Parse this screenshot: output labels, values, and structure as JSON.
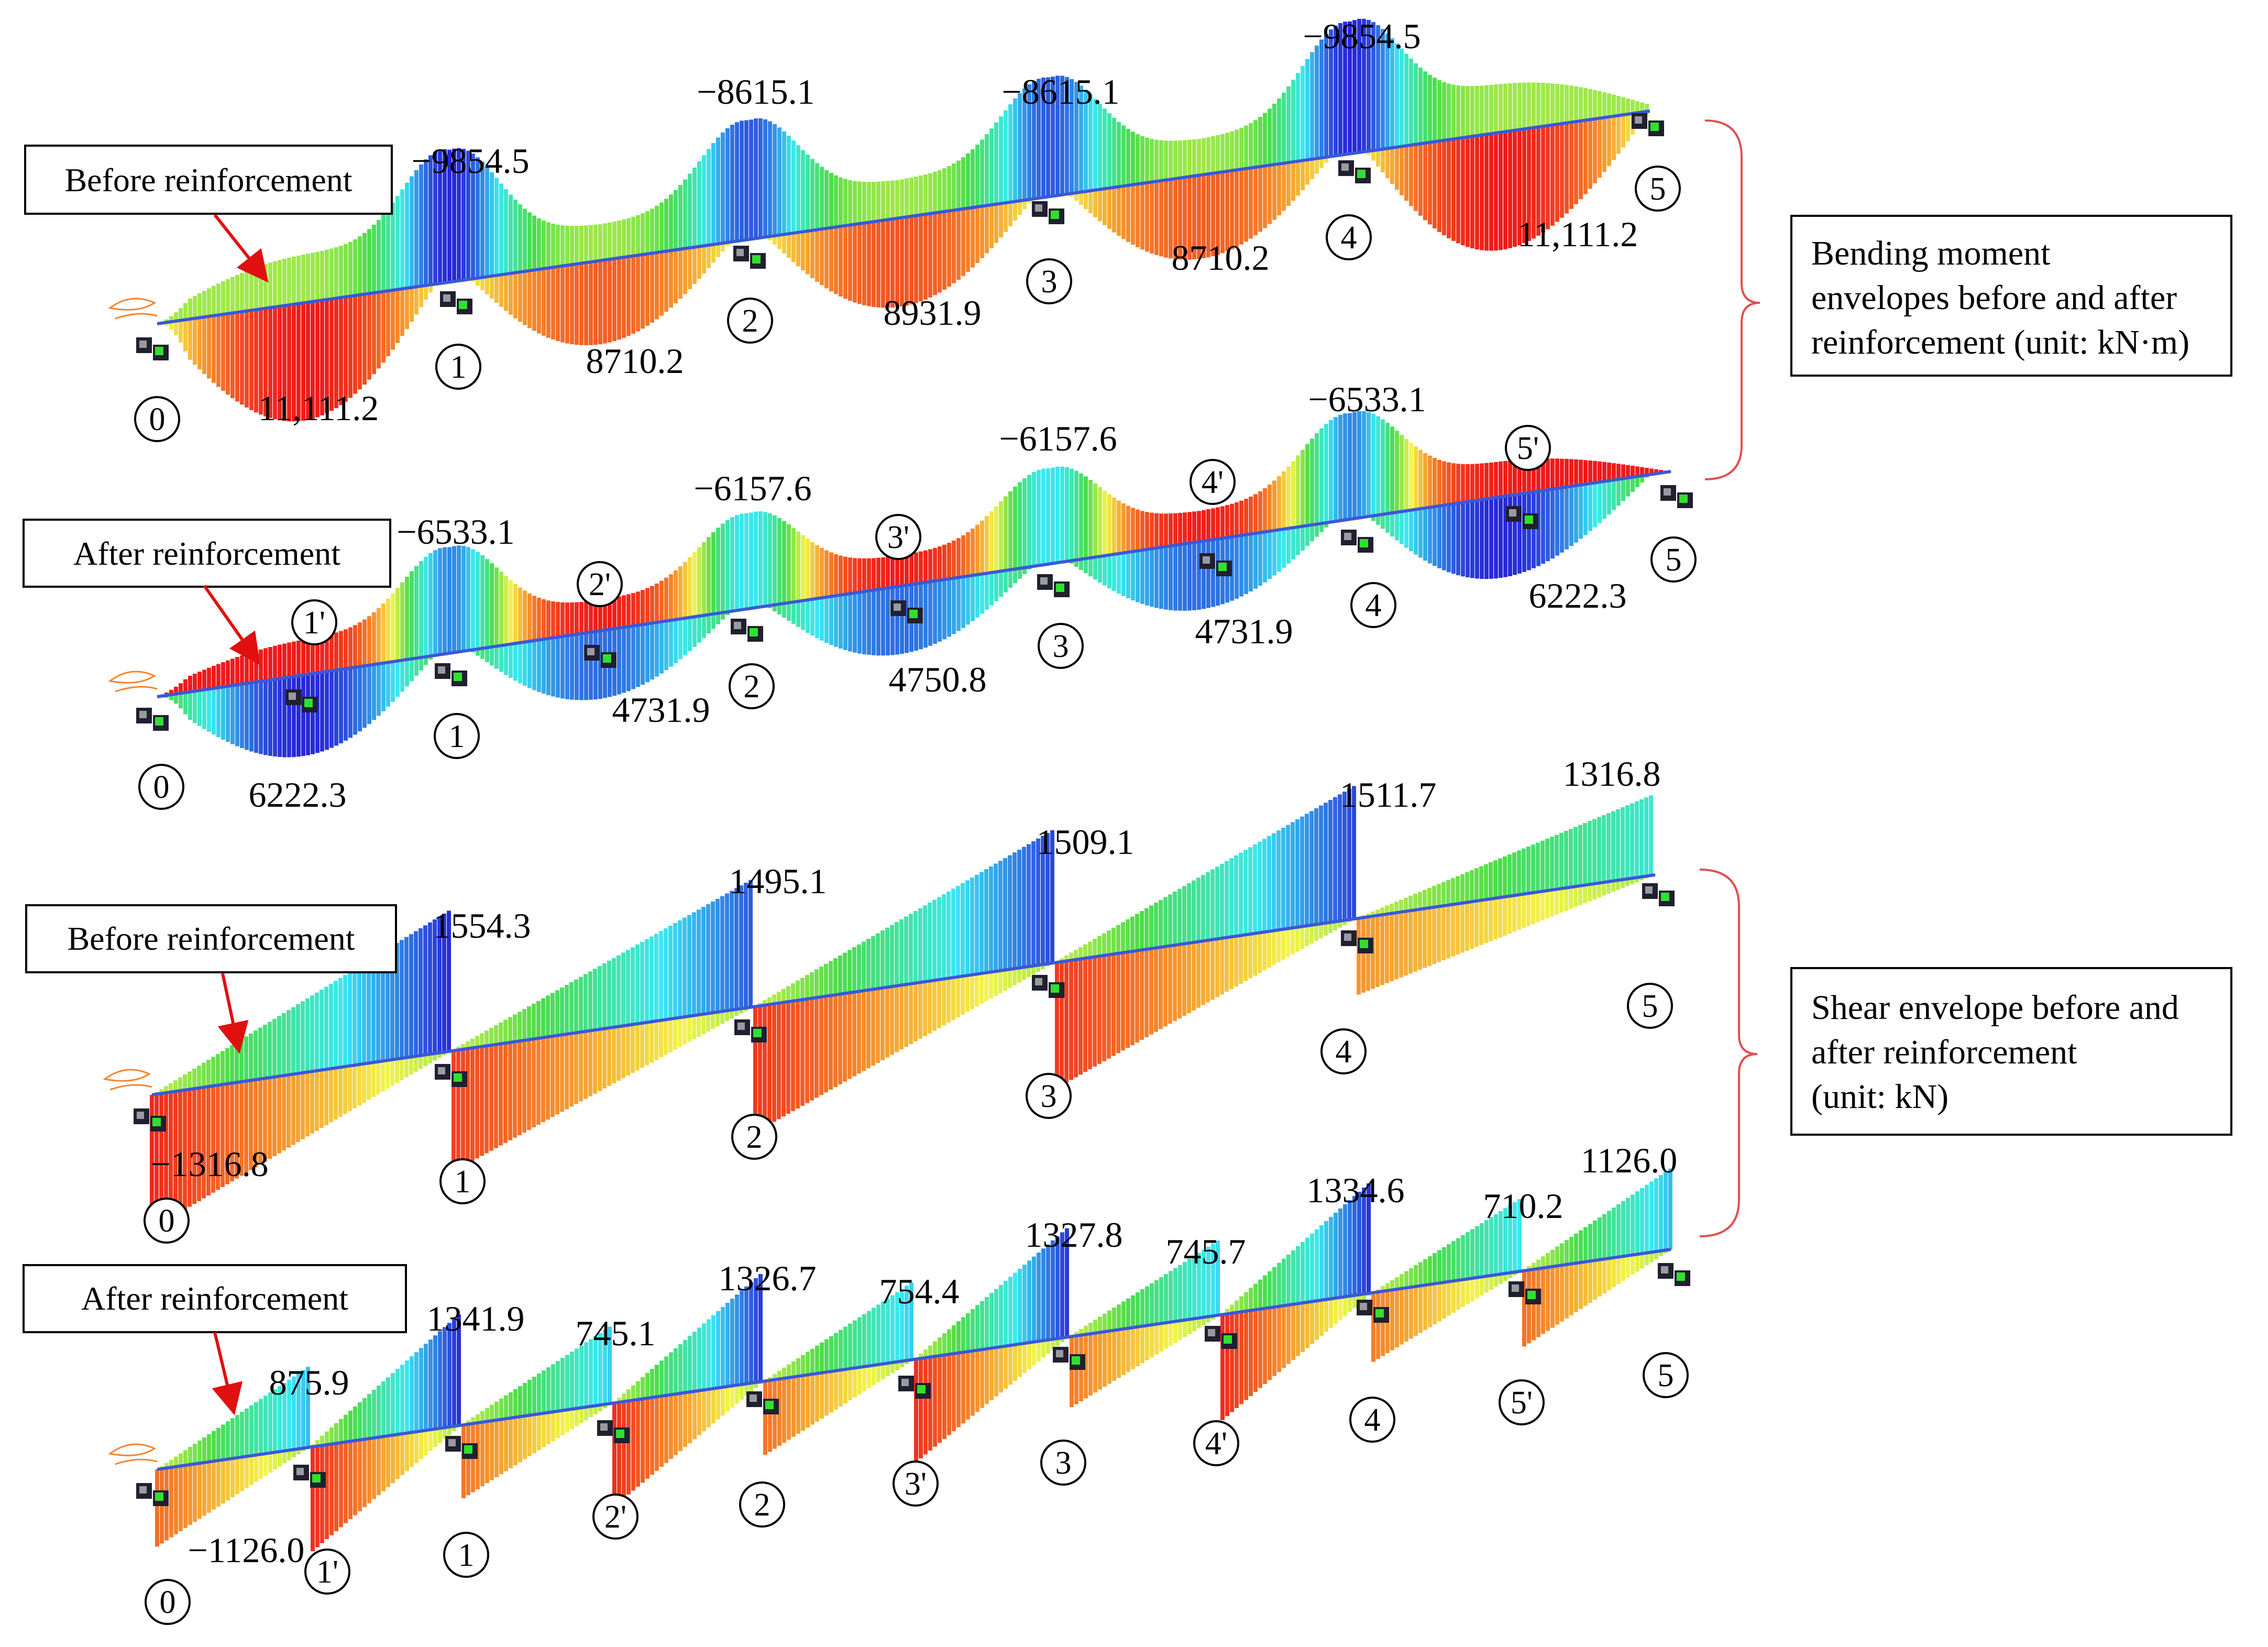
{
  "labels": {
    "before": "Before reinforcement",
    "after": "After reinforcement",
    "moment_note": [
      "Bending moment",
      "envelopes before and after",
      "reinforcement (unit: kN·m)"
    ],
    "shear_note": [
      "Shear envelope before and",
      "after reinforcement",
      "(unit: kN)"
    ]
  },
  "moment_before": {
    "nodes": [
      "0",
      "1",
      "2",
      "3",
      "4",
      "5"
    ],
    "hogging": [
      "−9854.5",
      "−8615.1",
      "−8615.1",
      "−9854.5"
    ],
    "sagging": [
      "11,111.2",
      "8710.2",
      "8931.9",
      "8710.2",
      "11,111.2"
    ]
  },
  "moment_after": {
    "nodes": [
      "0",
      "1",
      "2",
      "3",
      "4",
      "5"
    ],
    "aux_nodes": [
      "1'",
      "2'",
      "3'",
      "4'",
      "5'"
    ],
    "hogging": [
      "−6533.1",
      "−6157.6",
      "−6157.6",
      "−6533.1"
    ],
    "sagging": [
      "6222.3",
      "4731.9",
      "4750.8",
      "4731.9",
      "6222.3"
    ]
  },
  "shear_before": {
    "nodes": [
      "0",
      "1",
      "2",
      "3",
      "4",
      "5"
    ],
    "peaks": [
      "1554.3",
      "1495.1",
      "1509.1",
      "1511.7",
      "1316.8"
    ],
    "start": "−1316.8"
  },
  "shear_after": {
    "nodes": [
      "0",
      "1",
      "2",
      "3",
      "4",
      "5"
    ],
    "aux_nodes": [
      "1'",
      "2'",
      "3'",
      "4'",
      "5'"
    ],
    "peaks": [
      "875.9",
      "1341.9",
      "745.1",
      "1326.7",
      "754.4",
      "1327.8",
      "745.7",
      "1334.6",
      "710.2",
      "1126.0"
    ],
    "start": "−1126.0"
  },
  "colors": {
    "red": "#ee1c1c",
    "orange": "#f5842c",
    "yellow": "#f4f44c",
    "green": "#4cdc4c",
    "cyan": "#3ce8f0",
    "blue": "#2828d8",
    "axis": "#3a58d8",
    "arrow": "#e01010",
    "bracket": "#e05050",
    "support_dark": "#202030",
    "support_green": "#30e030"
  }
}
